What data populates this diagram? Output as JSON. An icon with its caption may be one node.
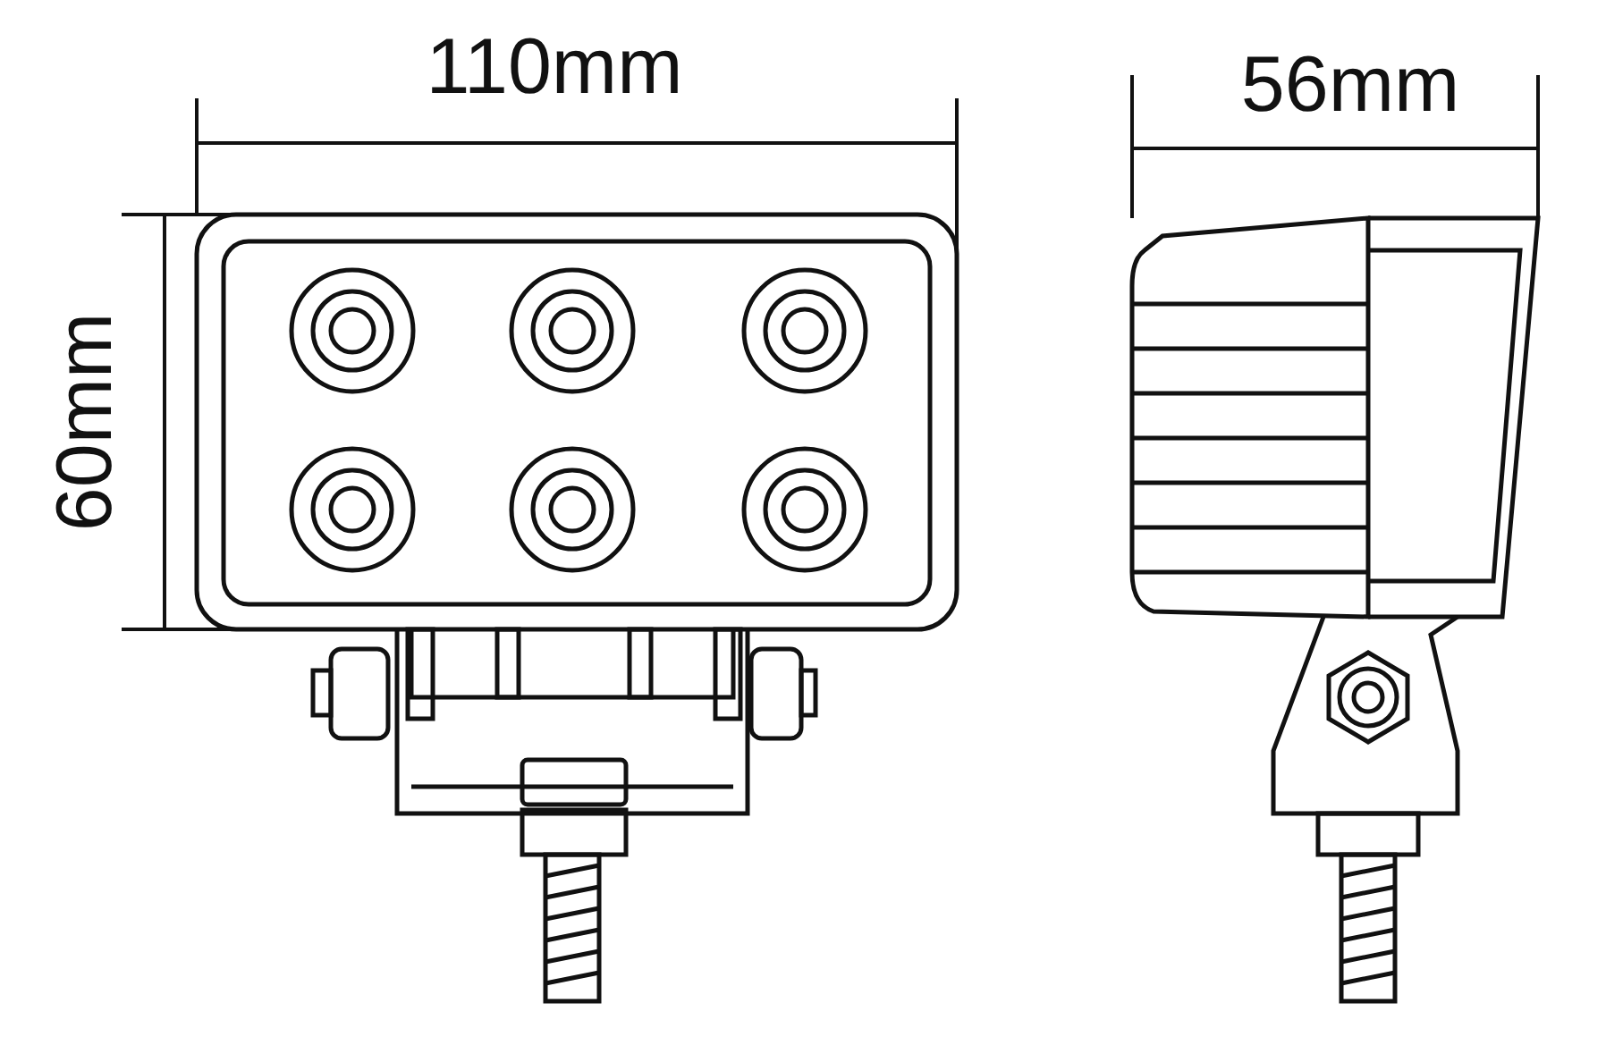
{
  "diagram": {
    "labels": [
      "110mm",
      "60mm",
      "56mm"
    ]
  }
}
